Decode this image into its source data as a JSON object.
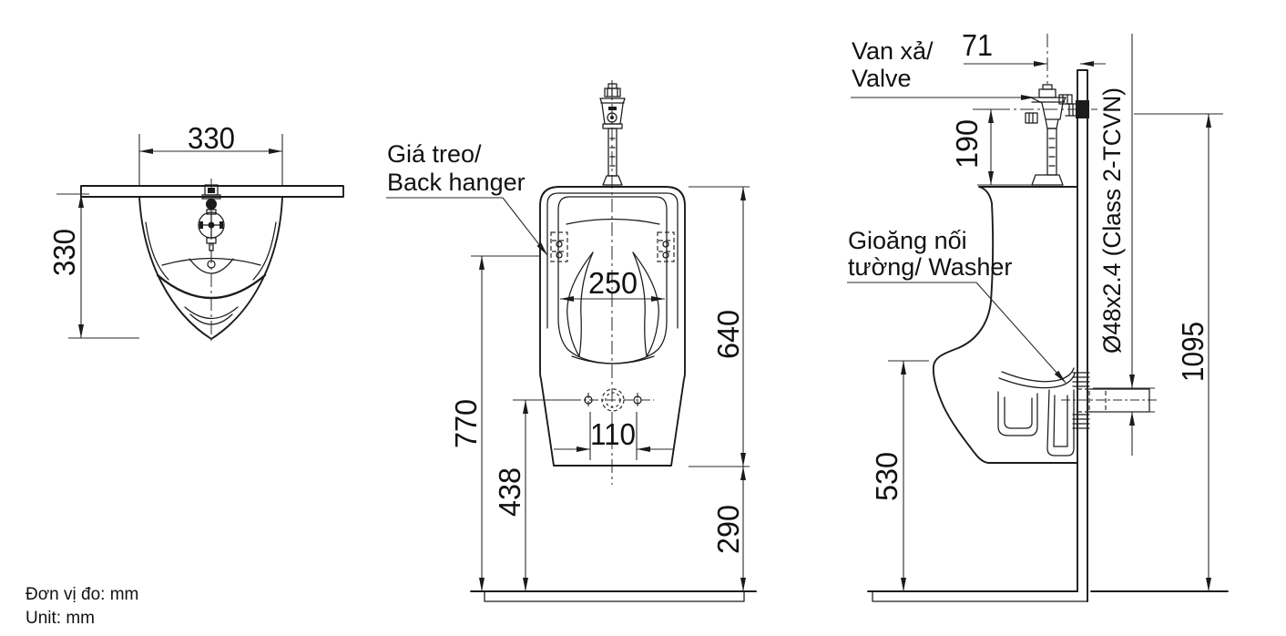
{
  "drawing": {
    "title": "Urinal installation dimension drawing",
    "colors": {
      "line": "#1b1b1b",
      "text": "#111111",
      "background": "#ffffff"
    },
    "footer": {
      "unit_vi": "Đơn vị đo: mm",
      "unit_en": "Unit: mm"
    },
    "top_view": {
      "dim_width": "330",
      "dim_depth": "330"
    },
    "front_view": {
      "hanger_label_1": "Giá treo/",
      "hanger_label_2": "Back hanger",
      "dim_bowl_width": "250",
      "dim_body_height": "640",
      "dim_rim_height": "770",
      "dim_spud_height": "438",
      "dim_bolt_spacing": "110",
      "dim_bottom_clearance": "290"
    },
    "side_view": {
      "valve_label_1": "Van xả/",
      "valve_label_2": "Valve",
      "washer_label_1": "Gioăng nối",
      "washer_label_2": "tường/ Washer",
      "dim_valve_offset": "71",
      "dim_valve_height": "190",
      "dim_supply_height": "1095",
      "dim_lip_height": "530",
      "drain_pipe_spec": "Ø48x2.4 (Class 2-TCVN)"
    }
  }
}
